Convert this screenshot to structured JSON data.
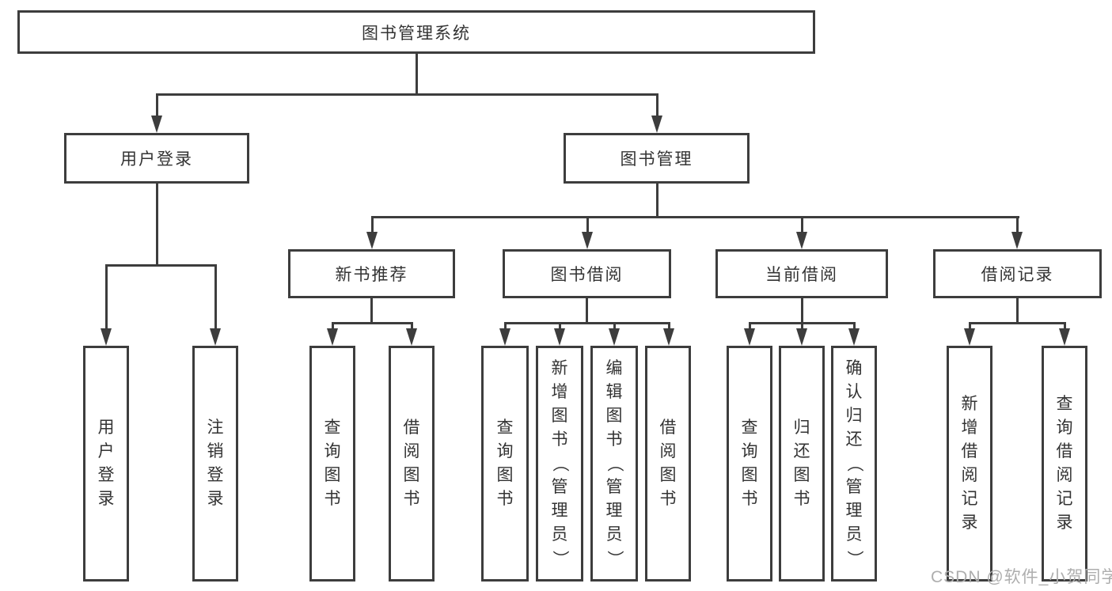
{
  "colors": {
    "line": "#3d3d3d",
    "text": "#333333",
    "background": "#ffffff",
    "watermark": "#aeaeae"
  },
  "watermark": "CSDN @软件_小贺同学",
  "tree": {
    "root": {
      "label": "图书管理系统",
      "children": [
        {
          "label": "用户登录",
          "children": [
            {
              "label": "用户登录"
            },
            {
              "label": "注销登录"
            }
          ]
        },
        {
          "label": "图书管理",
          "children": [
            {
              "label": "新书推荐",
              "children": [
                {
                  "label": "查询图书"
                },
                {
                  "label": "借阅图书"
                }
              ]
            },
            {
              "label": "图书借阅",
              "children": [
                {
                  "label": "查询图书"
                },
                {
                  "label": "新增图书（管理员）"
                },
                {
                  "label": "编辑图书（管理员）"
                },
                {
                  "label": "借阅图书"
                }
              ]
            },
            {
              "label": "当前借阅",
              "children": [
                {
                  "label": "查询图书"
                },
                {
                  "label": "归还图书"
                },
                {
                  "label": "确认归还（管理员）"
                }
              ]
            },
            {
              "label": "借阅记录",
              "children": [
                {
                  "label": "新增借阅记录"
                },
                {
                  "label": "查询借阅记录"
                }
              ]
            }
          ]
        }
      ]
    }
  }
}
